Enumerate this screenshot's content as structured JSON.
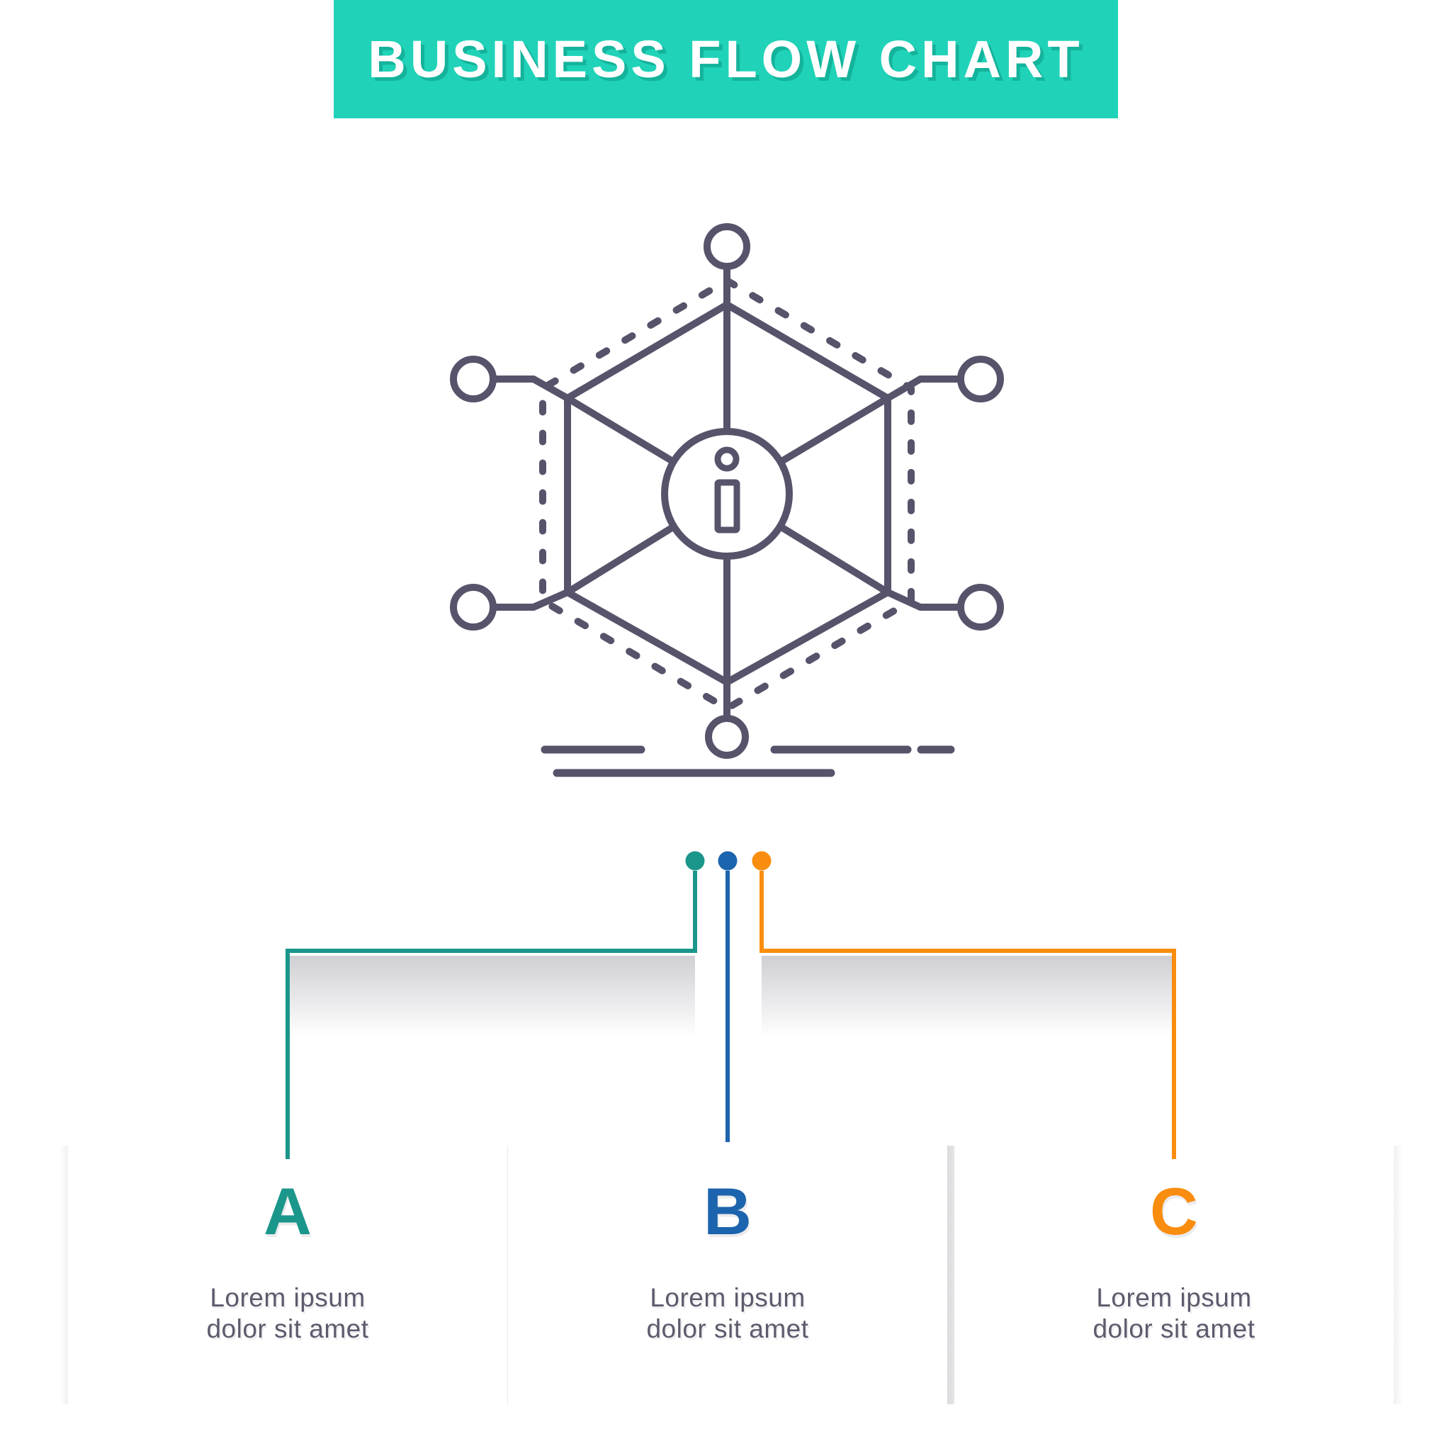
{
  "banner": {
    "title": "BUSINESS FLOW CHART"
  },
  "icon": {
    "name": "information-network-icon",
    "center_glyph": "i"
  },
  "sections": [
    {
      "label": "A",
      "line1": "Lorem ipsum",
      "line2": "dolor sit amet"
    },
    {
      "label": "B",
      "line1": "Lorem ipsum",
      "line2": "dolor sit amet"
    },
    {
      "label": "C",
      "line1": "Lorem ipsum",
      "line2": "dolor sit amet"
    }
  ],
  "colors": {
    "banner": "#20d3b8",
    "banner-text": "#ffffff",
    "banner-text-shadow": "#14b39b",
    "icon": "#57536b",
    "teal": "#1b968a",
    "blue": "#1c64ad",
    "orange": "#f98d0f",
    "text": "#5d5a6c"
  }
}
